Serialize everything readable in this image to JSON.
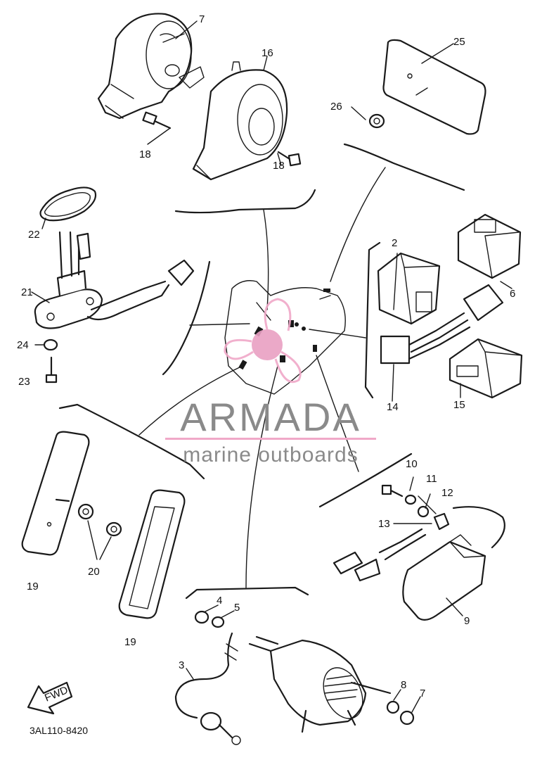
{
  "callouts": {
    "p1": "7",
    "p2": "16",
    "p3": "25",
    "p4": "26",
    "p5": "18",
    "p6": "18",
    "p7": "22",
    "p8": "21",
    "p9": "24",
    "p10": "23",
    "p11": "2",
    "p12": "6",
    "p13": "14",
    "p14": "15",
    "p15": "10",
    "p16": "11",
    "p17": "12",
    "p18": "13",
    "p19": "9",
    "p20": "19",
    "p21": "20",
    "p22": "19",
    "p23": "4",
    "p24": "5",
    "p25": "3",
    "p26": "8",
    "p27": "7"
  },
  "fwd_label": "FWD",
  "diagram_code": "3AL110-8420",
  "watermark": {
    "title": "ARMADA",
    "subtitle": "marine outboards",
    "color_gray": "#8a8a8a",
    "color_pink": "#f0a8c8",
    "color_pink_dark": "#e07aa8"
  }
}
